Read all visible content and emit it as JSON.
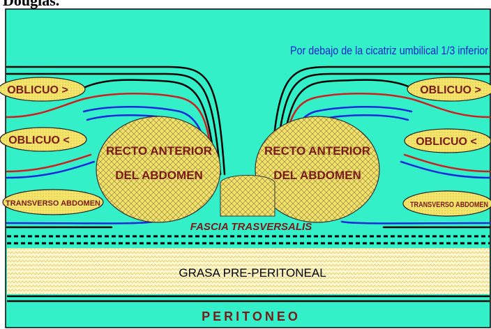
{
  "caption": "Douglas.",
  "subtitle": "Por debajo de la cicatriz umbilical 1/3 inferior",
  "muscles": {
    "oblique_external_left": "OBLICUO >",
    "oblique_external_right": "OBLICUO >",
    "oblique_internal_left": "OBLICUO <",
    "oblique_internal_right": "OBLICUO <",
    "transverse_left": "TRANSVERSO ABDOMEN",
    "transverse_right": "TRANSVERSO ABDOMEN",
    "rectus_left_line1": "RECTO ANTERIOR",
    "rectus_left_line2": "DEL ABDOMEN",
    "rectus_right_line1": "RECTO ANTERIOR",
    "rectus_right_line2": "DEL ABDOMEN"
  },
  "layers": {
    "fascia": "FASCIA TRASVERSALIS",
    "fat": "GRASA PRE-PERITONEAL",
    "peritoneum": "PERITONEO"
  },
  "colors": {
    "background": "#33f0c8",
    "muscle_fill": "#f0e070",
    "fat_fill": "#fff8d0",
    "label_text": "#7a1a1a",
    "subtitle_text": "#1a22c8",
    "line_black": "#000000",
    "line_red": "#cc2020",
    "line_blue": "#1a2ad8"
  }
}
